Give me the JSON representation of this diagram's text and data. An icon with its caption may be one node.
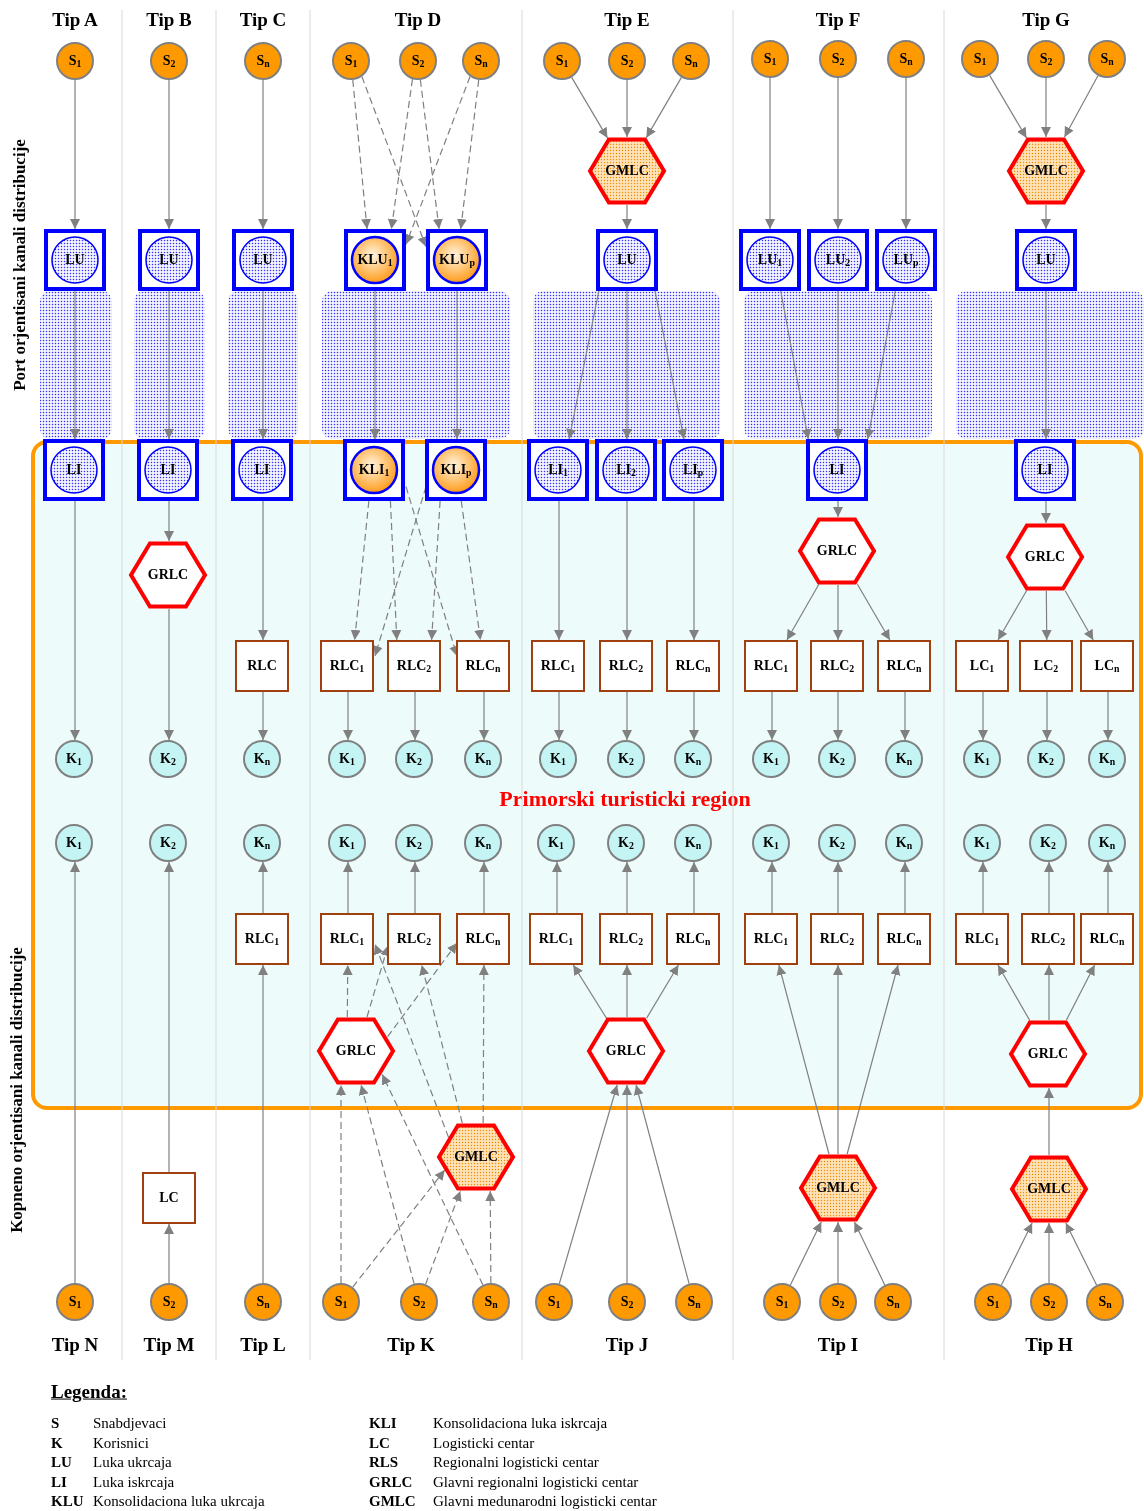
{
  "diagram": {
    "nodes": [
      {
        "text": [
          "Primorski turisticki region"
        ]
      },
      {
        "text": [
          "S$_{1}$"
        ]
      },
      {
        "text": [
          "LU"
        ]
      },
      {
        "text": [
          "LI"
        ],
        "in": 0
      },
      {
        "text": [
          "K$_{1}$"
        ],
        "in": 0
      },
      {
        "text": [
          "S$_{2}$"
        ]
      },
      {
        "text": [
          "LU"
        ]
      },
      {
        "text": [
          "LI"
        ],
        "in": 0
      },
      {
        "text": [
          "GRLC"
        ],
        "in": 0
      },
      {
        "text": [
          "K$_{2}$"
        ],
        "in": 0
      },
      {
        "text": [
          "S$_{n}$"
        ]
      },
      {
        "text": [
          "LU"
        ]
      },
      {
        "text": [
          "LI"
        ],
        "in": 0
      },
      {
        "text": [
          "RLC"
        ],
        "in": 0
      },
      {
        "text": [
          "K$_{n}$"
        ],
        "in": 0
      },
      {
        "text": [
          "S$_{1}$"
        ]
      },
      {
        "text": [
          "S$_{2}$"
        ]
      },
      {
        "text": [
          "S$_{n}$"
        ]
      },
      {
        "text": [
          "KLU$_{1}$"
        ]
      },
      {
        "text": [
          "KLU$_{p}$"
        ]
      },
      {
        "text": [
          "KLI$_{1}$"
        ],
        "in": 0
      },
      {
        "text": [
          "KLI$_{p}$"
        ],
        "in": 0
      },
      {
        "text": [
          "RLC$_{1}$"
        ],
        "in": 0
      },
      {
        "text": [
          "RLC$_{2}$"
        ],
        "in": 0
      },
      {
        "text": [
          "RLC$_{n}$"
        ],
        "in": 0
      },
      {
        "text": [
          "K$_{1}$"
        ],
        "in": 0
      },
      {
        "text": [
          "K$_{2}$"
        ],
        "in": 0
      },
      {
        "text": [
          "K$_{n}$"
        ],
        "in": 0
      },
      {
        "text": [
          "S$_{1}$"
        ]
      },
      {
        "text": [
          "S$_{2}$"
        ]
      },
      {
        "text": [
          "S$_{n}$"
        ]
      },
      {
        "text": [
          "GMLC"
        ]
      },
      {
        "text": [
          "LU"
        ]
      },
      {
        "text": [
          "LI$_{1}$"
        ],
        "in": 0
      },
      {
        "text": [
          "LI$_{2}$"
        ],
        "in": 0
      },
      {
        "text": [
          "LI$_{p}$"
        ],
        "in": 0
      },
      {
        "text": [
          "RLC$_{1}$"
        ],
        "in": 0
      },
      {
        "text": [
          "RLC$_{2}$"
        ],
        "in": 0
      },
      {
        "text": [
          "RLC$_{n}$"
        ],
        "in": 0
      },
      {
        "text": [
          "K$_{1}$"
        ],
        "in": 0
      },
      {
        "text": [
          "K$_{2}$"
        ],
        "in": 0
      },
      {
        "text": [
          "K$_{n}$"
        ],
        "in": 0
      },
      {
        "text": [
          "S$_{1}$"
        ]
      },
      {
        "text": [
          "S$_{2}$"
        ]
      },
      {
        "text": [
          "S$_{n}$"
        ]
      },
      {
        "text": [
          "LU$_{1}$"
        ]
      },
      {
        "text": [
          "LU$_{2}$"
        ]
      },
      {
        "text": [
          "LU$_{p}$"
        ]
      },
      {
        "text": [
          "LI"
        ],
        "in": 0
      },
      {
        "text": [
          "GRLC"
        ],
        "in": 0
      },
      {
        "text": [
          "RLC$_{1}$"
        ],
        "in": 0
      },
      {
        "text": [
          "RLC$_{2}$"
        ],
        "in": 0
      },
      {
        "text": [
          "RLC$_{n}$"
        ],
        "in": 0
      },
      {
        "text": [
          "K$_{1}$"
        ],
        "in": 0
      },
      {
        "text": [
          "K$_{2}$"
        ],
        "in": 0
      },
      {
        "text": [
          "K$_{n}$"
        ],
        "in": 0
      },
      {
        "text": [
          "S$_{1}$"
        ]
      },
      {
        "text": [
          "S$_{2}$"
        ]
      },
      {
        "text": [
          "S$_{n}$"
        ]
      },
      {
        "text": [
          "GMLC"
        ]
      },
      {
        "text": [
          "LU"
        ]
      },
      {
        "text": [
          "LI"
        ],
        "in": 0
      },
      {
        "text": [
          "GRLC"
        ],
        "in": 0
      },
      {
        "text": [
          "LC$_{1}$"
        ],
        "in": 0
      },
      {
        "text": [
          "LC$_{2}$"
        ],
        "in": 0
      },
      {
        "text": [
          "LC$_{n}$"
        ],
        "in": 0
      },
      {
        "text": [
          "K$_{1}$"
        ],
        "in": 0
      },
      {
        "text": [
          "K$_{2}$"
        ],
        "in": 0
      },
      {
        "text": [
          "K$_{n}$"
        ],
        "in": 0
      },
      {
        "text": [
          "K$_{1}$"
        ],
        "in": 0
      },
      {
        "text": [
          "S$_{1}$"
        ]
      },
      {
        "text": [
          "K$_{2}$"
        ],
        "in": 0
      },
      {
        "text": [
          "LC"
        ]
      },
      {
        "text": [
          "S$_{2}$"
        ]
      },
      {
        "text": [
          "K$_{n}$"
        ],
        "in": 0
      },
      {
        "text": [
          "RLC$_{1}$"
        ],
        "in": 0
      },
      {
        "text": [
          "S$_{n}$"
        ]
      },
      {
        "text": [
          "K$_{1}$"
        ],
        "in": 0
      },
      {
        "text": [
          "K$_{2}$"
        ],
        "in": 0
      },
      {
        "text": [
          "K$_{n}$"
        ],
        "in": 0
      },
      {
        "text": [
          "RLC$_{1}$"
        ],
        "in": 0
      },
      {
        "text": [
          "RLC$_{2}$"
        ],
        "in": 0
      },
      {
        "text": [
          "RLC$_{n}$"
        ],
        "in": 0
      },
      {
        "text": [
          "GRLC"
        ],
        "in": 0
      },
      {
        "text": [
          "GMLC"
        ]
      },
      {
        "text": [
          "S$_{1}$"
        ]
      },
      {
        "text": [
          "S$_{2}$"
        ]
      },
      {
        "text": [
          "S$_{n}$"
        ]
      },
      {
        "text": [
          "K$_{1}$"
        ],
        "in": 0
      },
      {
        "text": [
          "K$_{2}$"
        ],
        "in": 0
      },
      {
        "text": [
          "K$_{n}$"
        ],
        "in": 0
      },
      {
        "text": [
          "RLC$_{1}$"
        ],
        "in": 0
      },
      {
        "text": [
          "RLC$_{2}$"
        ],
        "in": 0
      },
      {
        "text": [
          "RLC$_{n}$"
        ],
        "in": 0
      },
      {
        "text": [
          "GRLC"
        ],
        "in": 0
      },
      {
        "text": [
          "S$_{1}$"
        ]
      },
      {
        "text": [
          "S$_{2}$"
        ]
      },
      {
        "text": [
          "S$_{n}$"
        ]
      },
      {
        "text": [
          "K$_{1}$"
        ],
        "in": 0
      },
      {
        "text": [
          "K$_{2}$"
        ],
        "in": 0
      },
      {
        "text": [
          "K$_{n}$"
        ],
        "in": 0
      },
      {
        "text": [
          "RLC$_{1}$"
        ],
        "in": 0
      },
      {
        "text": [
          "RLC$_{2}$"
        ],
        "in": 0
      },
      {
        "text": [
          "RLC$_{n}$"
        ],
        "in": 0
      },
      {
        "text": [
          "GMLC"
        ]
      },
      {
        "text": [
          "S$_{1}$"
        ]
      },
      {
        "text": [
          "S$_{2}$"
        ]
      },
      {
        "text": [
          "S$_{n}$"
        ]
      },
      {
        "text": [
          "K$_{1}$"
        ],
        "in": 0
      },
      {
        "text": [
          "K$_{2}$"
        ],
        "in": 0
      },
      {
        "text": [
          "K$_{n}$"
        ],
        "in": 0
      },
      {
        "text": [
          "RLC$_{1}$"
        ],
        "in": 0
      },
      {
        "text": [
          "RLC$_{2}$"
        ],
        "in": 0
      },
      {
        "text": [
          "RLC$_{n}$"
        ],
        "in": 0
      },
      {
        "text": [
          "GRLC"
        ],
        "in": 0
      },
      {
        "text": [
          "GMLC"
        ]
      },
      {
        "text": [
          "S$_{1}$"
        ]
      },
      {
        "text": [
          "S$_{2}$"
        ]
      },
      {
        "text": [
          "S$_{n}$"
        ]
      }
    ],
    "edges": [
      {
        "from": 1,
        "to": 2,
        "arrow": "to"
      },
      {
        "from": 2,
        "to": 3,
        "arrow": "to"
      },
      {
        "from": 3,
        "to": 4,
        "arrow": "to"
      },
      {
        "from": 5,
        "to": 6,
        "arrow": "to"
      },
      {
        "from": 6,
        "to": 7,
        "arrow": "to"
      },
      {
        "from": 7,
        "to": 8,
        "arrow": "to"
      },
      {
        "from": 8,
        "to": 9,
        "arrow": "to"
      },
      {
        "from": 10,
        "to": 11,
        "arrow": "to"
      },
      {
        "from": 11,
        "to": 12,
        "arrow": "to"
      },
      {
        "from": 12,
        "to": 13,
        "arrow": "to"
      },
      {
        "from": 13,
        "to": 14,
        "arrow": "to"
      },
      {
        "from": 15,
        "to": 18,
        "arrow": "to",
        "style": "dashed"
      },
      {
        "from": 15,
        "to": 19,
        "arrow": "to",
        "style": "dashed"
      },
      {
        "from": 16,
        "to": 18,
        "arrow": "to",
        "style": "dashed"
      },
      {
        "from": 16,
        "to": 19,
        "arrow": "to",
        "style": "dashed"
      },
      {
        "from": 17,
        "to": 18,
        "arrow": "to",
        "style": "dashed"
      },
      {
        "from": 17,
        "to": 19,
        "arrow": "to",
        "style": "dashed"
      },
      {
        "from": 18,
        "to": 20,
        "arrow": "to"
      },
      {
        "from": 19,
        "to": 21,
        "arrow": "to"
      },
      {
        "from": 20,
        "to": 22,
        "arrow": "to",
        "style": "dashed"
      },
      {
        "from": 20,
        "to": 23,
        "arrow": "to",
        "style": "dashed"
      },
      {
        "from": 20,
        "to": 24,
        "arrow": "to",
        "style": "dashed"
      },
      {
        "from": 21,
        "to": 22,
        "arrow": "to",
        "style": "dashed"
      },
      {
        "from": 21,
        "to": 23,
        "arrow": "to",
        "style": "dashed"
      },
      {
        "from": 21,
        "to": 24,
        "arrow": "to",
        "style": "dashed"
      },
      {
        "from": 22,
        "to": 25,
        "arrow": "to"
      },
      {
        "from": 23,
        "to": 26,
        "arrow": "to"
      },
      {
        "from": 24,
        "to": 27,
        "arrow": "to"
      },
      {
        "from": 28,
        "to": 31,
        "arrow": "to"
      },
      {
        "from": 29,
        "to": 31,
        "arrow": "to"
      },
      {
        "from": 30,
        "to": 31,
        "arrow": "to"
      },
      {
        "from": 31,
        "to": 32,
        "arrow": "to"
      },
      {
        "from": 32,
        "to": 33,
        "arrow": "to"
      },
      {
        "from": 32,
        "to": 34,
        "arrow": "to"
      },
      {
        "from": 32,
        "to": 35,
        "arrow": "to"
      },
      {
        "from": 33,
        "to": 36,
        "arrow": "to"
      },
      {
        "from": 34,
        "to": 37,
        "arrow": "to"
      },
      {
        "from": 35,
        "to": 38,
        "arrow": "to"
      },
      {
        "from": 36,
        "to": 39,
        "arrow": "to"
      },
      {
        "from": 37,
        "to": 40,
        "arrow": "to"
      },
      {
        "from": 38,
        "to": 41,
        "arrow": "to"
      },
      {
        "from": 42,
        "to": 45,
        "arrow": "to"
      },
      {
        "from": 43,
        "to": 46,
        "arrow": "to"
      },
      {
        "from": 44,
        "to": 47,
        "arrow": "to"
      },
      {
        "from": 45,
        "to": 48,
        "arrow": "to"
      },
      {
        "from": 46,
        "to": 48,
        "arrow": "to"
      },
      {
        "from": 47,
        "to": 48,
        "arrow": "to"
      },
      {
        "from": 48,
        "to": 49,
        "arrow": "to"
      },
      {
        "from": 49,
        "to": 50,
        "arrow": "to"
      },
      {
        "from": 49,
        "to": 51,
        "arrow": "to"
      },
      {
        "from": 49,
        "to": 52,
        "arrow": "to"
      },
      {
        "from": 50,
        "to": 53,
        "arrow": "to"
      },
      {
        "from": 51,
        "to": 54,
        "arrow": "to"
      },
      {
        "from": 52,
        "to": 55,
        "arrow": "to"
      },
      {
        "from": 56,
        "to": 59,
        "arrow": "to"
      },
      {
        "from": 57,
        "to": 59,
        "arrow": "to"
      },
      {
        "from": 58,
        "to": 59,
        "arrow": "to"
      },
      {
        "from": 59,
        "to": 60,
        "arrow": "to"
      },
      {
        "from": 60,
        "to": 61,
        "arrow": "to"
      },
      {
        "from": 61,
        "to": 62,
        "arrow": "to"
      },
      {
        "from": 62,
        "to": 63,
        "arrow": "to"
      },
      {
        "from": 62,
        "to": 64,
        "arrow": "to"
      },
      {
        "from": 62,
        "to": 65,
        "arrow": "to"
      },
      {
        "from": 63,
        "to": 66,
        "arrow": "to"
      },
      {
        "from": 64,
        "to": 67,
        "arrow": "to"
      },
      {
        "from": 65,
        "to": 68,
        "arrow": "to"
      },
      {
        "from": 70,
        "to": 69,
        "arrow": "to"
      },
      {
        "from": 73,
        "to": 72,
        "arrow": "to"
      },
      {
        "from": 72,
        "to": 71,
        "arrow": "to"
      },
      {
        "from": 76,
        "to": 75,
        "arrow": "to"
      },
      {
        "from": 75,
        "to": 74,
        "arrow": "to"
      },
      {
        "from": 80,
        "to": 77,
        "arrow": "to"
      },
      {
        "from": 81,
        "to": 78,
        "arrow": "to"
      },
      {
        "from": 82,
        "to": 79,
        "arrow": "to"
      },
      {
        "from": 83,
        "to": 80,
        "arrow": "to",
        "style": "dashed"
      },
      {
        "from": 83,
        "to": 81,
        "arrow": "to",
        "style": "dashed"
      },
      {
        "from": 83,
        "to": 82,
        "arrow": "to",
        "style": "dashed"
      },
      {
        "from": 84,
        "to": 80,
        "arrow": "to",
        "style": "dashed"
      },
      {
        "from": 84,
        "to": 81,
        "arrow": "to",
        "style": "dashed"
      },
      {
        "from": 84,
        "to": 82,
        "arrow": "to",
        "style": "dashed"
      },
      {
        "from": 85,
        "to": 83,
        "arrow": "to",
        "style": "dashed"
      },
      {
        "from": 86,
        "to": 83,
        "arrow": "to",
        "style": "dashed"
      },
      {
        "from": 87,
        "to": 83,
        "arrow": "to",
        "style": "dashed"
      },
      {
        "from": 85,
        "to": 84,
        "arrow": "to",
        "style": "dashed"
      },
      {
        "from": 86,
        "to": 84,
        "arrow": "to",
        "style": "dashed"
      },
      {
        "from": 87,
        "to": 84,
        "arrow": "to",
        "style": "dashed"
      },
      {
        "from": 91,
        "to": 88,
        "arrow": "to"
      },
      {
        "from": 92,
        "to": 89,
        "arrow": "to"
      },
      {
        "from": 93,
        "to": 90,
        "arrow": "to"
      },
      {
        "from": 94,
        "to": 91,
        "arrow": "to"
      },
      {
        "from": 94,
        "to": 92,
        "arrow": "to"
      },
      {
        "from": 94,
        "to": 93,
        "arrow": "to"
      },
      {
        "from": 95,
        "to": 94,
        "arrow": "to"
      },
      {
        "from": 96,
        "to": 94,
        "arrow": "to"
      },
      {
        "from": 97,
        "to": 94,
        "arrow": "to"
      },
      {
        "from": 101,
        "to": 98,
        "arrow": "to"
      },
      {
        "from": 102,
        "to": 99,
        "arrow": "to"
      },
      {
        "from": 103,
        "to": 100,
        "arrow": "to"
      },
      {
        "from": 104,
        "to": 101,
        "arrow": "to"
      },
      {
        "from": 104,
        "to": 102,
        "arrow": "to"
      },
      {
        "from": 104,
        "to": 103,
        "arrow": "to"
      },
      {
        "from": 105,
        "to": 104,
        "arrow": "to"
      },
      {
        "from": 106,
        "to": 104,
        "arrow": "to"
      },
      {
        "from": 107,
        "to": 104,
        "arrow": "to"
      },
      {
        "from": 111,
        "to": 108,
        "arrow": "to"
      },
      {
        "from": 112,
        "to": 109,
        "arrow": "to"
      },
      {
        "from": 113,
        "to": 110,
        "arrow": "to"
      },
      {
        "from": 114,
        "to": 111,
        "arrow": "to"
      },
      {
        "from": 114,
        "to": 112,
        "arrow": "to"
      },
      {
        "from": 114,
        "to": 113,
        "arrow": "to"
      },
      {
        "from": 115,
        "to": 114,
        "arrow": "to"
      },
      {
        "from": 116,
        "to": 115,
        "arrow": "to"
      },
      {
        "from": 117,
        "to": 115,
        "arrow": "to"
      },
      {
        "from": 118,
        "to": 115,
        "arrow": "to"
      }
    ],
    "labels": [
      "Tip A",
      "Tip B",
      "Tip C",
      "Tip D",
      "Tip E",
      "Tip F",
      "Tip G",
      "Port orjentisani kanali distribucije",
      "Kopneno orjentisani kanali distribucije",
      "Tip N",
      "Tip M",
      "Tip L",
      "Tip K",
      "Tip J",
      "Tip I",
      "Tip H",
      "Legenda:",
      "S",
      "Snabdjevaci",
      "KLI",
      "Konsolidaciona luka iskrcaja",
      "K",
      "Korisnici",
      "LC",
      "Logisticki centar",
      "LU",
      "Luka ukrcaja",
      "RLS",
      "Regionalni logisticki centar",
      "LI",
      "Luka iskrcaja",
      "GRLC",
      "Glavni regionalni logisticki centar",
      "KLU",
      "Konsolidaciona luka ukrcaja",
      "GMLC",
      "Glavni medunarodni logisticki centar"
    ]
  }
}
